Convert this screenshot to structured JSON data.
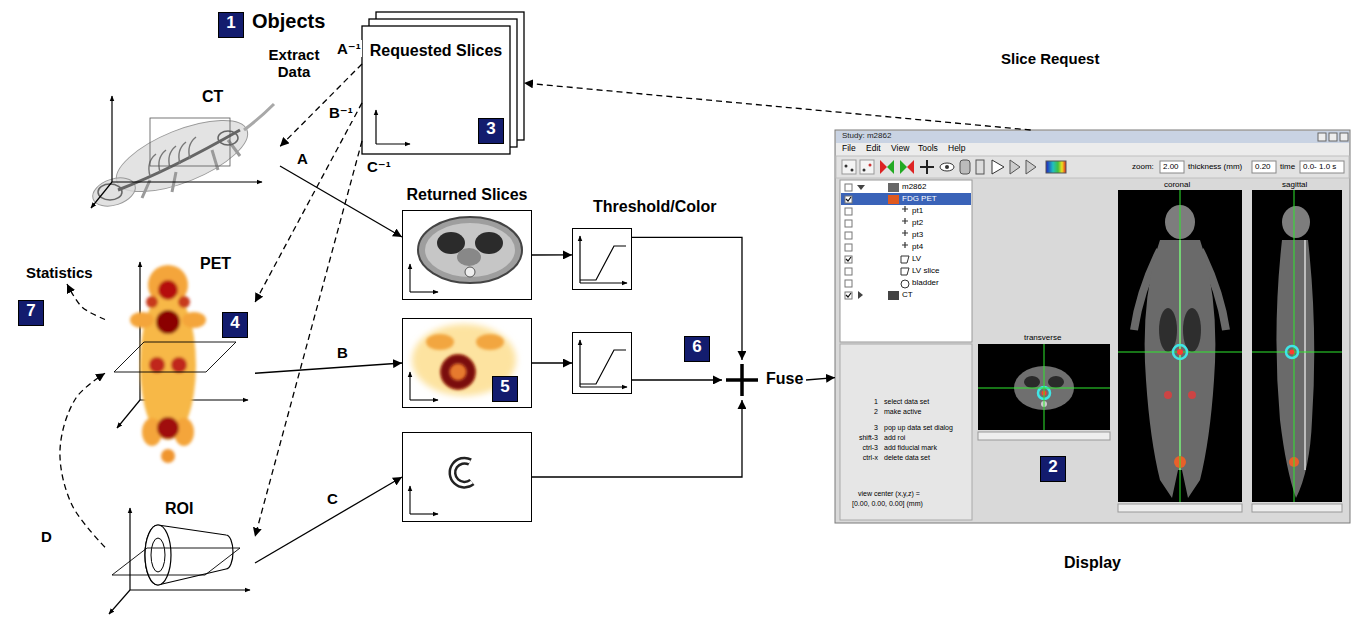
{
  "diagram": {
    "nodes": [
      {
        "text": [
          "CT"
        ]
      },
      {
        "text": [
          "Requested Slices"
        ]
      },
      {
        "text": [
          "Returned Slices"
        ]
      },
      {
        "text": [
          "Threshold/Color"
        ]
      },
      {
        "text": [
          "Display"
        ]
      },
      {
        "text": [
          "Statistics"
        ]
      },
      {
        "text": [
          "PET"
        ]
      },
      {
        "text": [
          "5"
        ]
      },
      {
        "text": []
      },
      {
        "text": [
          "Fuse"
        ]
      },
      {
        "text": [
          "ROI"
        ]
      },
      {
        "text": []
      }
    ],
    "edges": [
      {
        "from": 0,
        "to": 2,
        "arrow": "to",
        "label": "A"
      },
      {
        "from": 1,
        "to": 0,
        "arrow": "to",
        "label": "A⁻¹"
      },
      {
        "from": 1,
        "to": 6,
        "arrow": "to",
        "label": "B⁻¹"
      },
      {
        "from": 1,
        "to": 10,
        "arrow": "to",
        "label": "C⁻¹"
      },
      {
        "from": 4,
        "to": 1,
        "arrow": "to",
        "label": "Slice Request"
      },
      {
        "from": 2,
        "to": 3,
        "arrow": "to"
      },
      {
        "from": 3,
        "to": 9,
        "arrow": "to"
      },
      {
        "from": 6,
        "to": 7,
        "arrow": "to",
        "label": "B"
      },
      {
        "from": 7,
        "to": 8,
        "arrow": "to"
      },
      {
        "from": 8,
        "to": 9,
        "arrow": "to"
      },
      {
        "from": 10,
        "to": 11,
        "arrow": "to",
        "label": "C"
      },
      {
        "from": 11,
        "to": 9,
        "arrow": "to"
      },
      {
        "from": 9,
        "to": 4,
        "arrow": "to"
      },
      {
        "from": 10,
        "to": 6,
        "arrow": "to",
        "label": "D"
      },
      {
        "from": 6,
        "to": 5,
        "arrow": "to"
      }
    ],
    "labels": [
      "1",
      "Objects",
      "Extract Data",
      "3",
      "4",
      "6",
      "7",
      "2",
      "Study: m2862",
      "File",
      "Edit",
      "View",
      "Tools",
      "Help",
      "zoom:",
      "2.00",
      "thickness (mm)",
      "0.20",
      "time",
      "0.0- 1.0 s",
      "m2862",
      "FDG PET",
      "pt1",
      "pt2",
      "pt3",
      "pt4",
      "LV",
      "LV slice",
      "bladder",
      "CT",
      "1",
      "select data set",
      "2",
      "make active",
      "3",
      "pop up data set dialog",
      "shift-3",
      "add roi",
      "ctrl-3",
      "add fiducial mark",
      "ctrl-x",
      "delete data set",
      "view center (x,y,z) =",
      "[0.00, 0.00, 0.00] (mm)",
      "transverse",
      "coronal",
      "sagittal"
    ]
  }
}
